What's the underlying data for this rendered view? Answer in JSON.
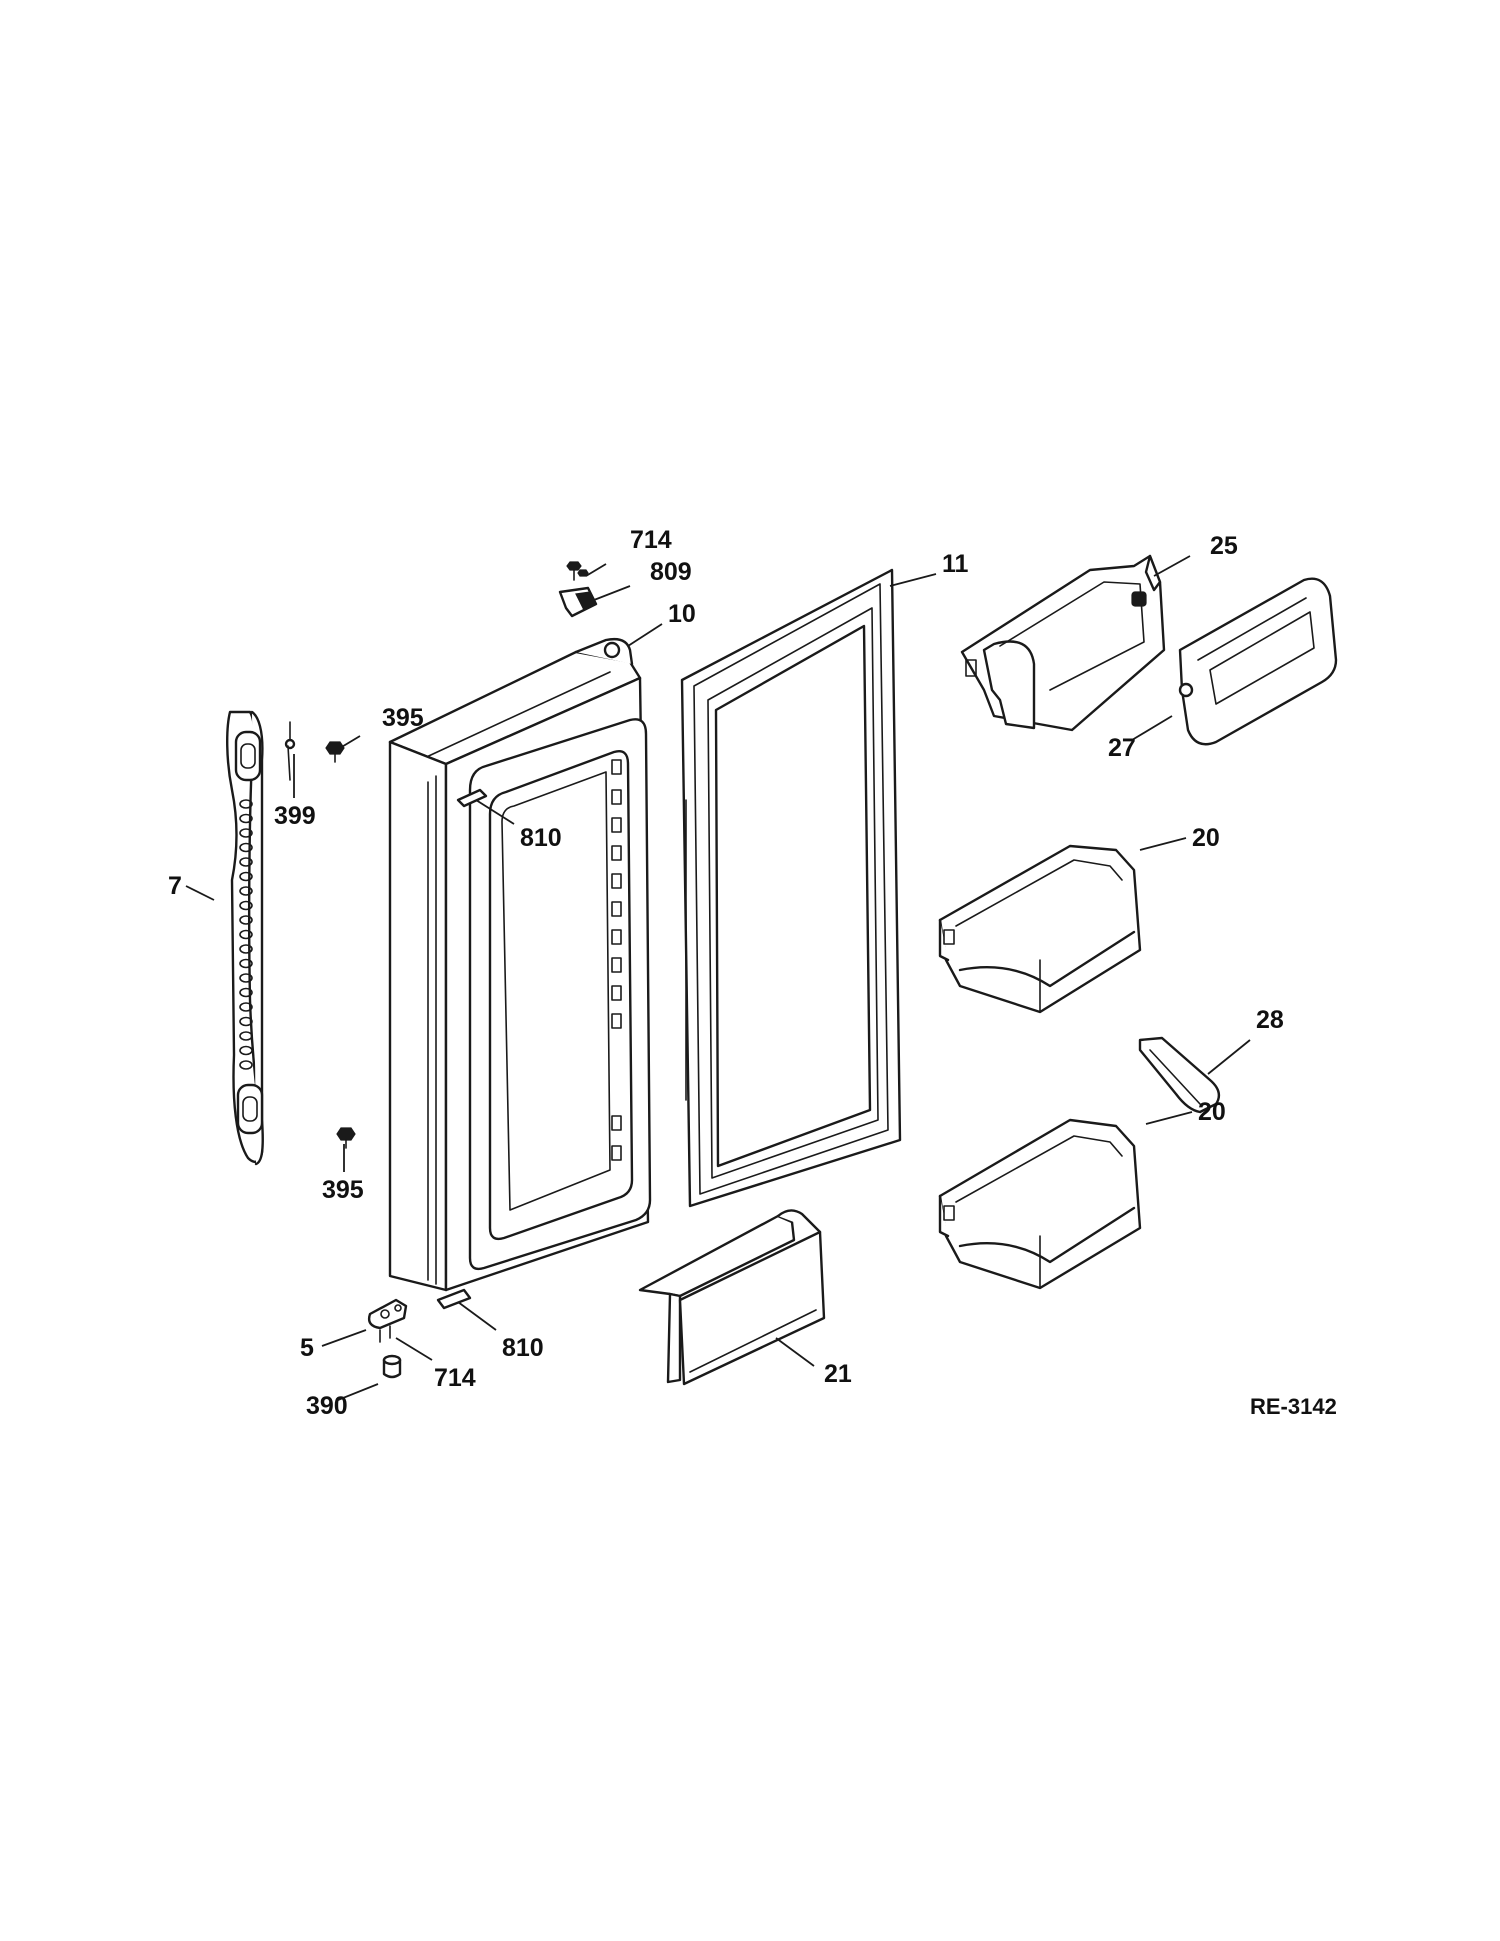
{
  "diagram_code": "RE-3142",
  "callouts": {
    "handle": "7",
    "handle_pin": "399",
    "screw_top": "395",
    "screw_bottom": "395",
    "door": "10",
    "top_hinge_screw": "714",
    "top_hinge_cover": "809",
    "gasket": "11",
    "stop_top": "810",
    "stop_bottom": "810",
    "bottom_hinge": "5",
    "bottom_hinge_screws": "714",
    "bushing": "390",
    "dairy_bin_lower": "21",
    "bin_upper": "20",
    "bin_lower": "20",
    "divider": "28",
    "dairy_door_bin": "25",
    "dairy_door": "27"
  }
}
